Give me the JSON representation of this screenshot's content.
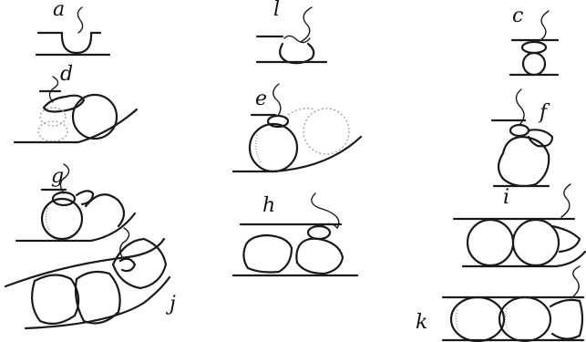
{
  "figure": {
    "labels": {
      "a": "a",
      "b": "l",
      "c": "c",
      "d": "d",
      "e": "e",
      "f": "f",
      "g": "g",
      "h": "h",
      "i": "i",
      "j": "j",
      "k": "k"
    }
  }
}
